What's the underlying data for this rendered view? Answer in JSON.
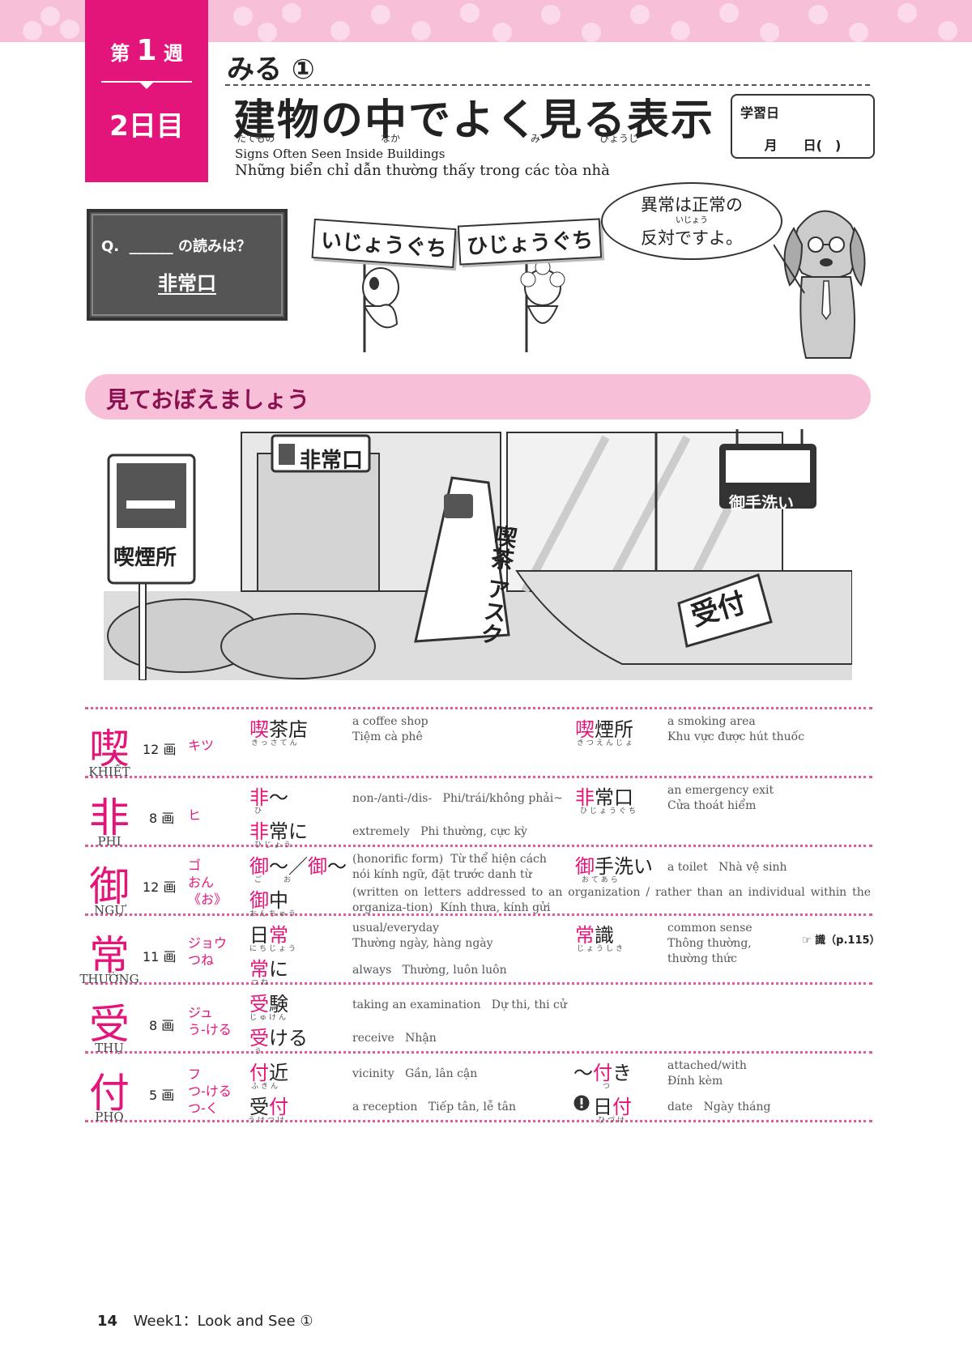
{
  "header": {
    "week_prefix": "第",
    "week_num": "1",
    "week_suffix": "週",
    "day_label": "2日目",
    "unit_title": "みる ①",
    "title": "建物の中でよく見る表示",
    "title_furigana": [
      "たてもの",
      "なか",
      "み",
      "ひょうじ"
    ],
    "subtitle_en": "Signs Often Seen Inside Buildings",
    "subtitle_vi": "Những biển chỉ dẫn thường thấy trong các tòa nhà"
  },
  "study_box": {
    "label": "学習日",
    "date_format": "月　　日(　)"
  },
  "quiz": {
    "question": "Q.  ______ の読みは？",
    "answer": "非常口"
  },
  "cartoon": {
    "sign_left": "いじょうぐち",
    "sign_right": "ひじょうぐち",
    "bubble_line1": "異常は正常の",
    "bubble_furigana": "いじょう",
    "bubble_line2": "反対ですよ。"
  },
  "section": {
    "title": "見ておぼえましょう"
  },
  "scene": {
    "smoking_sign": "喫煙所",
    "exit_sign": "非常口",
    "cafe_sign_line1": "喫茶",
    "cafe_sign_line2": "アスク",
    "toilet_sign": "御手洗い",
    "reception_sign": "受付"
  },
  "kanji": [
    {
      "char": "喫",
      "hanviet": "KHIẾT",
      "strokes": "12 画",
      "readings": [
        "キツ"
      ],
      "words": [
        {
          "mark": "喫",
          "rest": "茶店",
          "furigana": "きっさてん",
          "en": "a coffee shop",
          "vi": "Tiệm cà phê"
        },
        {
          "mark": "喫",
          "rest": "煙所",
          "furigana": "きつえんじょ",
          "en": "a smoking area",
          "vi": "Khu vực được hút thuốc"
        }
      ]
    },
    {
      "char": "非",
      "hanviet": "PHI",
      "strokes": "8 画",
      "readings": [
        "ヒ"
      ],
      "words": [
        {
          "mark": "非",
          "rest": "～",
          "furigana": "ひ",
          "en": "non-/anti-/dis-",
          "vi": "Phi/trái/không phải~"
        },
        {
          "mark": "非",
          "rest": "常に",
          "furigana": "ひじょう",
          "en": "extremely",
          "vi": "Phi thường, cực kỳ"
        },
        {
          "mark": "非",
          "rest": "常口",
          "furigana": "ひじょうぐち",
          "en": "an emergency exit",
          "vi": "Cửa thoát hiểm"
        }
      ]
    },
    {
      "char": "御",
      "hanviet": "NGỰ",
      "strokes": "12 画",
      "readings": [
        "ゴ",
        "おん",
        "《お》"
      ],
      "words": [
        {
          "mark": "御",
          "rest": "～／",
          "mark2": "御",
          "rest2": "～",
          "furigana": "ご　　お",
          "en": "(honorific form)",
          "vi": "Từ thể hiện cách nói kính ngữ, đặt trước danh từ"
        },
        {
          "mark": "御",
          "rest": "中",
          "furigana": "おんちゅう",
          "en": "(written on letters addressed to an organization / rather than an individual within the organiza-tion)",
          "vi": "Kính thưa, kính gửi"
        },
        {
          "mark": "御",
          "rest": "手洗い",
          "furigana": "おてあら",
          "en": "a toilet",
          "vi": "Nhà vệ sinh"
        }
      ]
    },
    {
      "char": "常",
      "hanviet": "THƯỜNG",
      "strokes": "11 画",
      "readings": [
        "ジョウ",
        "つね"
      ],
      "words": [
        {
          "pre": "日",
          "mark": "常",
          "furigana": "にちじょう",
          "en": "usual/everyday",
          "vi": "Thường ngày, hàng ngày"
        },
        {
          "mark": "常",
          "rest": "に",
          "furigana": "つね",
          "en": "always",
          "vi": "Thường, luôn luôn"
        },
        {
          "mark": "常",
          "rest": "識",
          "furigana": "じょうしき",
          "en": "common sense",
          "vi": "Thông thường, thường thức",
          "ref": "☞ 識（p.115）"
        }
      ]
    },
    {
      "char": "受",
      "hanviet": "THỤ",
      "strokes": "8 画",
      "readings": [
        "ジュ",
        "う-ける"
      ],
      "words": [
        {
          "mark": "受",
          "rest": "験",
          "furigana": "じゅけん",
          "en": "taking an examination",
          "vi": "Dự thi, thi cử"
        },
        {
          "mark": "受",
          "rest": "ける",
          "furigana": "う",
          "en": "receive",
          "vi": "Nhận"
        }
      ]
    },
    {
      "char": "付",
      "hanviet": "PHÓ",
      "strokes": "5 画",
      "readings": [
        "フ",
        "つ-ける",
        "つ-く"
      ],
      "words": [
        {
          "mark": "付",
          "rest": "近",
          "furigana": "ふきん",
          "en": "vicinity",
          "vi": "Gần, lân cận"
        },
        {
          "pre": "受",
          "mark": "付",
          "furigana": "うけつけ",
          "en": "a reception",
          "vi": "Tiếp tân, lễ tân"
        },
        {
          "pre": "～",
          "mark": "付",
          "rest": "き",
          "furigana": "つ",
          "en": "attached/with",
          "vi": "Đính kèm"
        },
        {
          "pre": "日",
          "mark": "付",
          "furigana": "ひづけ",
          "en": "date",
          "vi": "Ngày tháng"
        }
      ]
    }
  ],
  "footer": {
    "page_number": "14",
    "text": "Week1：Look and See ①"
  },
  "colors": {
    "accent": "#e4157a",
    "band": "#f7bfd8",
    "section_text": "#8b1050"
  }
}
